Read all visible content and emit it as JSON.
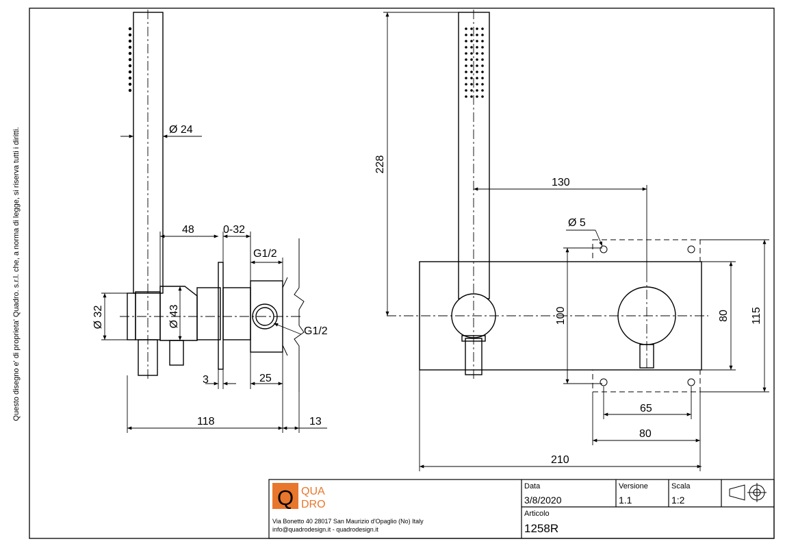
{
  "side_note": "Questo disegno e' di proprieta' Quadro. s.r.l. che, a norma di legge, si riserva tutti i diritti.",
  "dimensions": {
    "hand_shower_diameter": "Ø 24",
    "depth_48": "48",
    "adjust_0_32": "0-32",
    "connection_top": "G1/2",
    "connection_side": "G1/2",
    "diameter_32": "Ø 32",
    "diameter_43": "Ø 43",
    "plate_3": "3",
    "box_25": "25",
    "total_118": "118",
    "back_13": "13",
    "height_228": "228",
    "centers_130": "130",
    "hole_diameter_5": "Ø 5",
    "plate_height_100": "100",
    "body_80_v": "80",
    "overall_115": "115",
    "holes_65": "65",
    "body_80_h": "80",
    "plate_width_210": "210"
  },
  "title_block": {
    "logo_q": "Q",
    "logo_top": "QUA",
    "logo_bottom": "DRO",
    "address": "Via Bonetto 40  28017 San Maurizio d'Opaglio (No) Italy",
    "contact": "info@quadrodesign.it  -  quadrodesign.it",
    "data_label": "Data",
    "data_value": "3/8/2020",
    "versione_label": "Versione",
    "versione_value": "1.1",
    "scala_label": "Scala",
    "scala_value": "1:2",
    "articolo_label": "Articolo",
    "articolo_value": "1258R"
  },
  "colors": {
    "logo_orange": "#e8762c",
    "line": "#000000"
  }
}
